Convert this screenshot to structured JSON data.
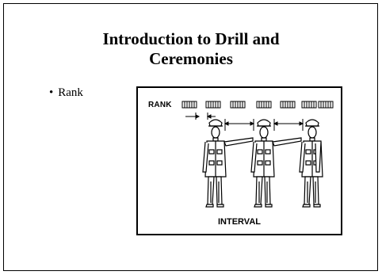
{
  "slide": {
    "title_line1": "Introduction to Drill and",
    "title_line2": "Ceremonies",
    "bullet": "Rank"
  },
  "figure": {
    "rank_label": "RANK",
    "interval_label": "INTERVAL",
    "rank_block_count": 7,
    "soldier_count": 3,
    "icon": "soldiers-at-interval-illustration"
  }
}
